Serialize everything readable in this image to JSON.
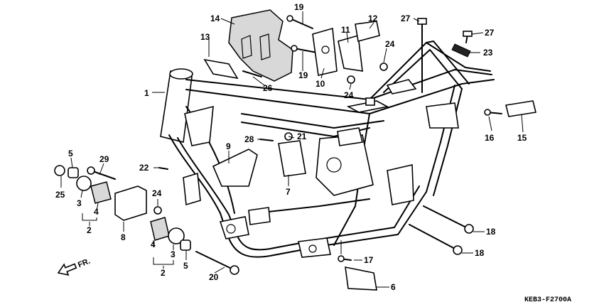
{
  "direction_label": "FR.",
  "diagram_code": "KEB3-F2700A",
  "callouts": {
    "c1": "1",
    "c2a": "2",
    "c2b": "2",
    "c3a": "3",
    "c3b": "3",
    "c4a": "4",
    "c4b": "4",
    "c5a": "5",
    "c5b": "5",
    "c6": "6",
    "c7": "7",
    "c8": "8",
    "c9": "9",
    "c10": "10",
    "c11": "11",
    "c12": "12",
    "c13": "13",
    "c14": "14",
    "c15": "15",
    "c16": "16",
    "c17": "17",
    "c18a": "18",
    "c18b": "18",
    "c19a": "19",
    "c19b": "19",
    "c20": "20",
    "c21": "21",
    "c22": "22",
    "c23": "23",
    "c24a": "24",
    "c24b": "24",
    "c24c": "24",
    "c25": "25",
    "c26": "26",
    "c27a": "27",
    "c27b": "27",
    "c28": "28",
    "c29": "29"
  }
}
